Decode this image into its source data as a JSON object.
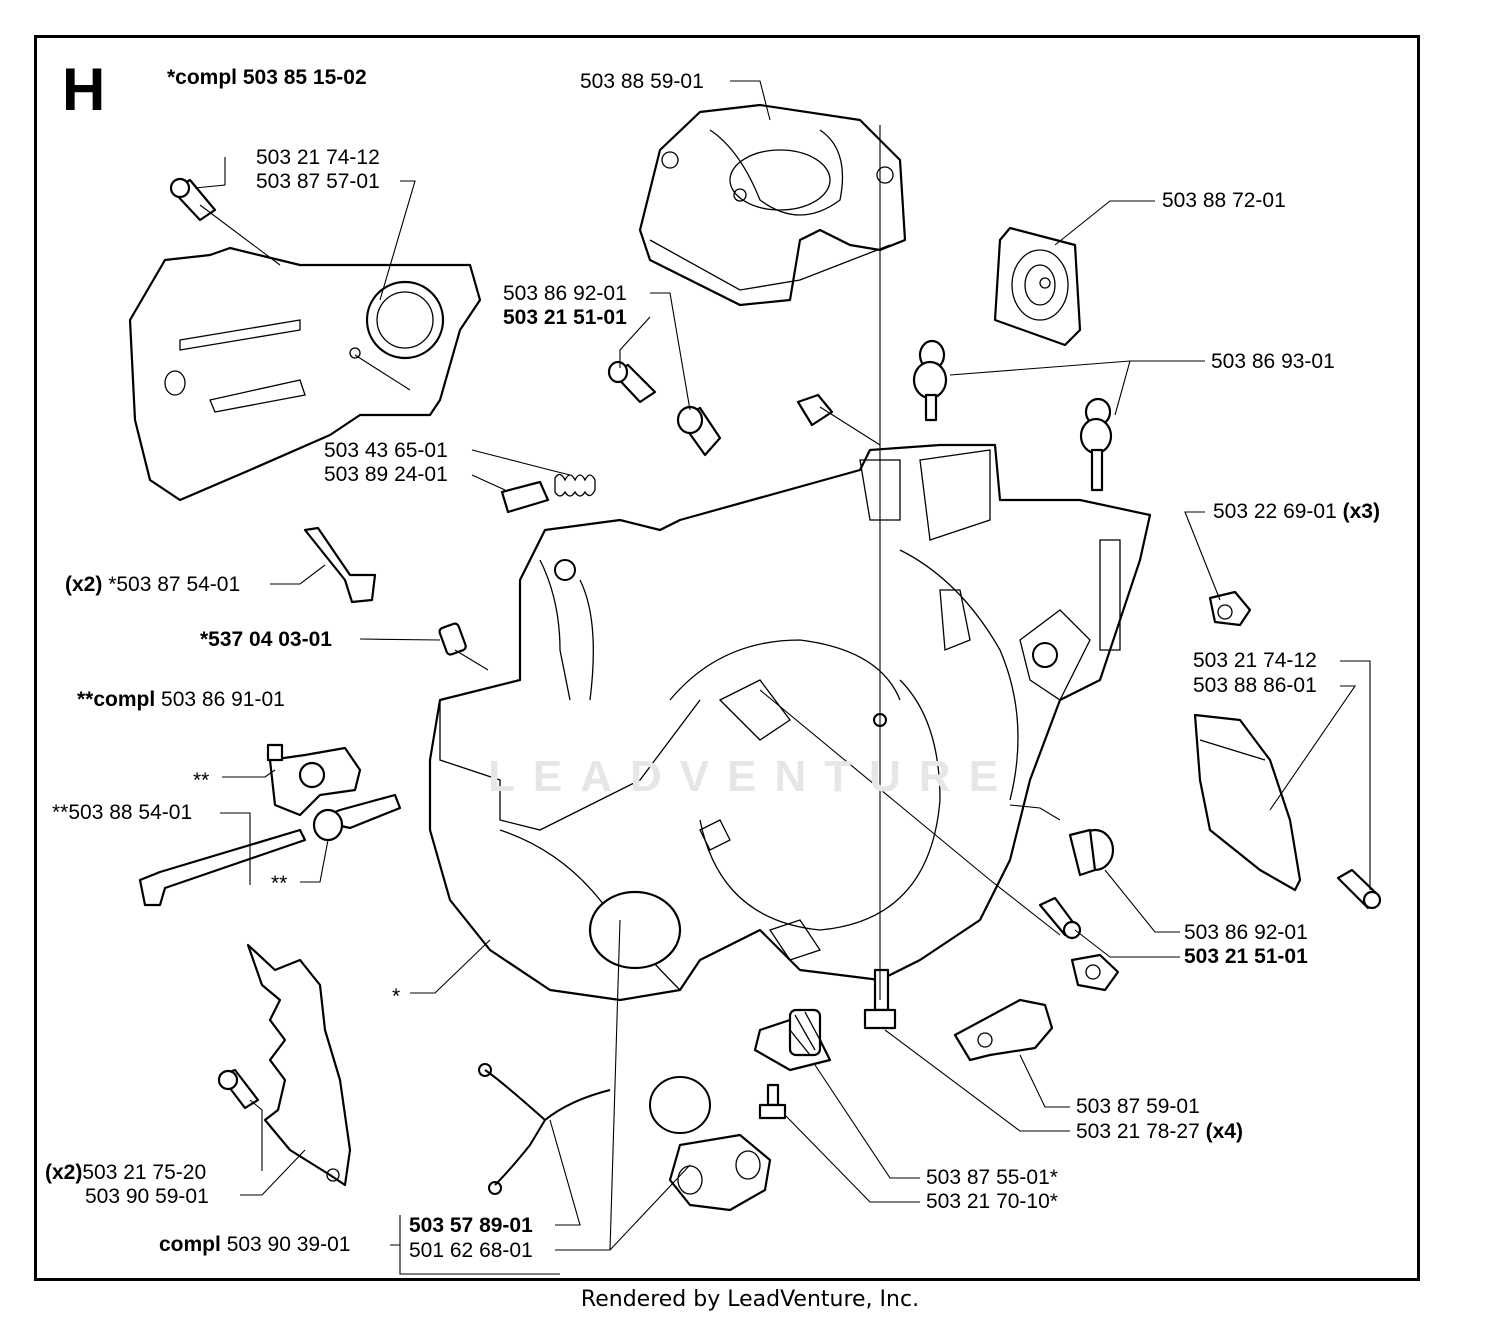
{
  "section_letter": "H",
  "footer": "Rendered by LeadVenture, Inc.",
  "watermark": "LEADVENTURE",
  "labels": {
    "compl_top": "*compl 503 85 15-02",
    "p_cyl_cover": "503 88 59-01",
    "p_screw1": "503 21 74-12",
    "p_sprocket_cover": "503 87 57-01",
    "p_filter": "503 88 72-01",
    "p_sleeve1": "503 86 92-01",
    "p_screw2": "503 21 51-01",
    "p_buffer_top": "503 86 93-01",
    "p_spring": "503 43 65-01",
    "p_block": "503 89 24-01",
    "p_clip_x3": "503 22 69-01",
    "p_clip_qty": "(x3)",
    "p_stud_qty": "(x2)",
    "p_stud": "*503 87 54-01",
    "p_nipple": "*537 04 03-01",
    "p_screw3": "503 21 74-12",
    "p_cover_right": "503 88 86-01",
    "tensioner_compl_prefix": "**compl",
    "tensioner_compl": "503 86 91-01",
    "star_a": "**",
    "p_tensioner": "**503 88 54-01",
    "star_b": "**",
    "p_sleeve2": "503 86 92-01",
    "p_screw4": "503 21 51-01",
    "star_c": "*",
    "p_bumper_qty": "(x2)",
    "p_bumper_screw": "503 21 75-20",
    "p_bumper": "503 90 59-01",
    "p_plate": "503 87 59-01",
    "p_screw_x4": "503 21 78-27",
    "p_screw_x4_qty": "(x4)",
    "p_strainer": "503 87 55-01*",
    "p_strainer_screw": "503 21 70-10*",
    "cap_compl_prefix": "compl",
    "cap_compl": "503 90 39-01",
    "p_cap": "503 57 89-01",
    "p_strap": "501 62 68-01"
  }
}
